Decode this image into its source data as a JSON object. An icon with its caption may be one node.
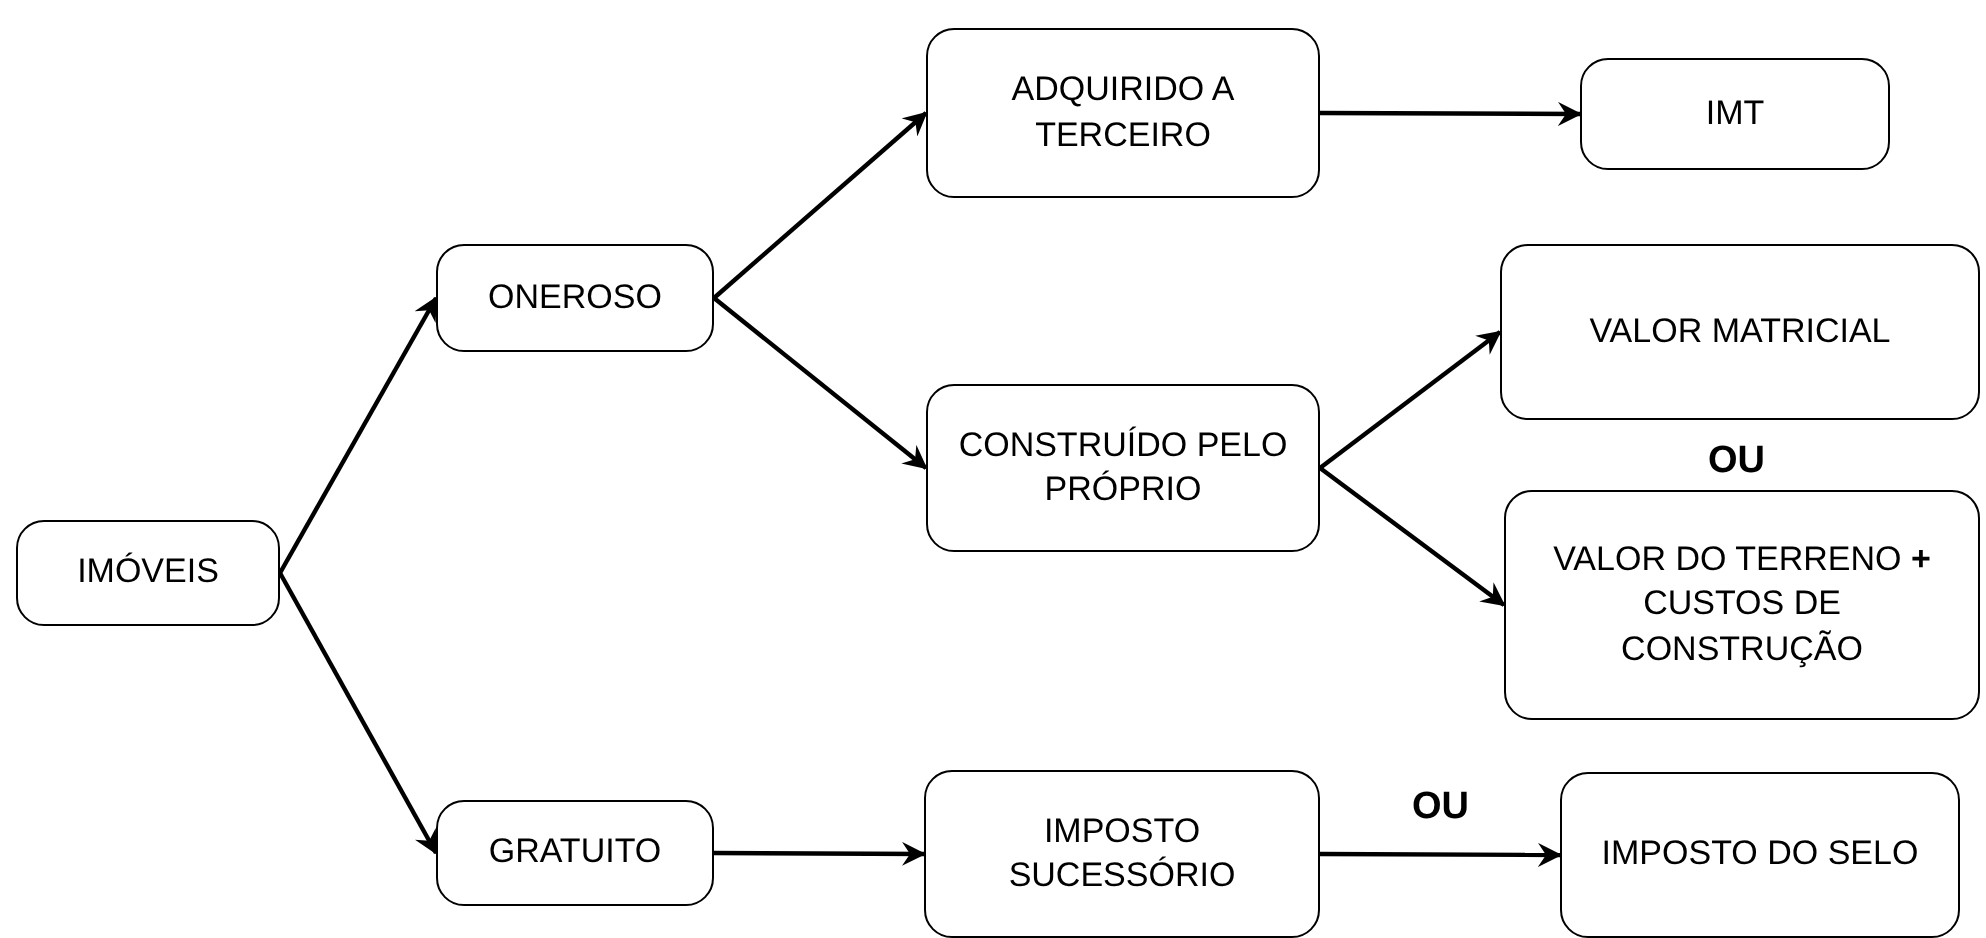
{
  "diagram": {
    "nodes": [
      {
        "text": [
          "IMÓVEIS"
        ]
      },
      {
        "text": [
          "ONEROSO"
        ]
      },
      {
        "text": [
          "GRATUITO"
        ]
      },
      {
        "text": [
          "ADQUIRIDO A TERCEIRO"
        ]
      },
      {
        "text": [
          "CONSTRUÍDO PELO PRÓPRIO"
        ]
      },
      {
        "text": [
          "IMT"
        ]
      },
      {
        "text": [
          "VALOR MATRICIAL"
        ]
      },
      {
        "text": [
          "VALOR DO TERRENO **+** CUSTOS DE CONSTRUÇÃO"
        ]
      },
      {
        "text": [
          "IMPOSTO SUCESSÓRIO"
        ]
      },
      {
        "text": [
          "IMPOSTO DO SELO"
        ]
      }
    ],
    "edges": [
      {
        "from": 0,
        "to": 1,
        "arrow": "to"
      },
      {
        "from": 0,
        "to": 2,
        "arrow": "to"
      },
      {
        "from": 1,
        "to": 3,
        "arrow": "to"
      },
      {
        "from": 1,
        "to": 4,
        "arrow": "to"
      },
      {
        "from": 3,
        "to": 5,
        "arrow": "to"
      },
      {
        "from": 4,
        "to": 6,
        "arrow": "to"
      },
      {
        "from": 4,
        "to": 7,
        "arrow": "to"
      },
      {
        "from": 2,
        "to": 8,
        "arrow": "to"
      },
      {
        "from": 8,
        "to": 9,
        "arrow": "to",
        "label": "OU"
      }
    ],
    "labels": [
      "OU"
    ]
  }
}
